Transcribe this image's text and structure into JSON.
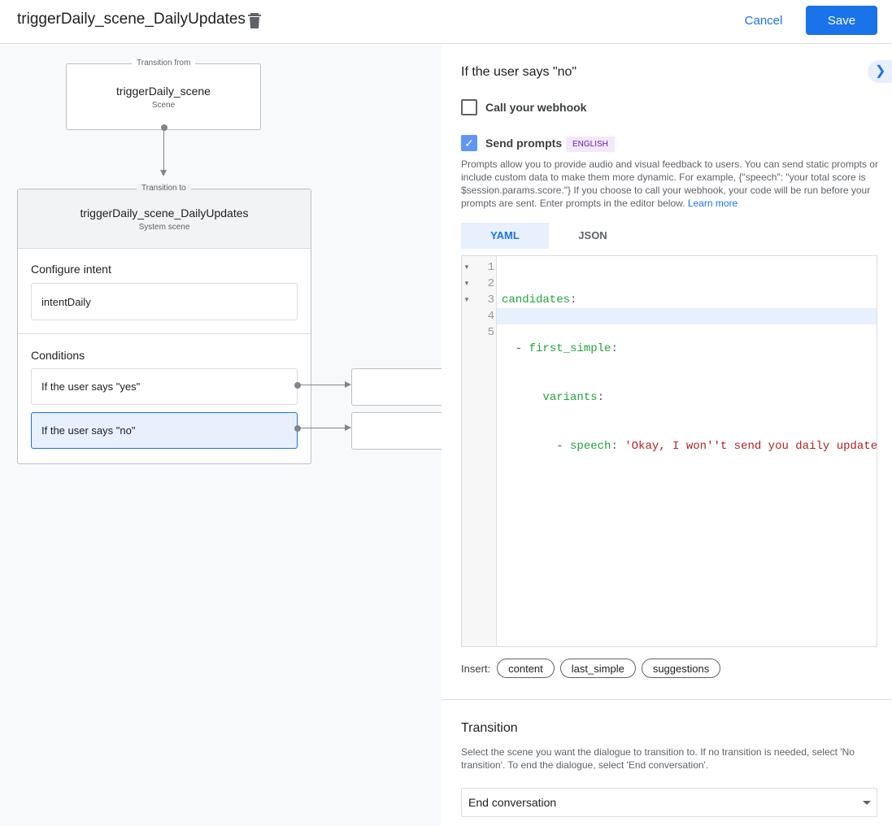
{
  "header": {
    "title": "triggerDaily_scene_DailyUpdates",
    "cancel": "Cancel",
    "save": "Save"
  },
  "canvas": {
    "from": {
      "label": "Transition from",
      "name": "triggerDaily_scene",
      "type": "Scene"
    },
    "to": {
      "label": "Transition to",
      "name": "triggerDaily_scene_DailyUpdates",
      "type": "System scene"
    },
    "intent_heading": "Configure intent",
    "intent": "intentDaily",
    "conditions_heading": "Conditions",
    "conditions": [
      {
        "label": "If the user says \"yes\""
      },
      {
        "label": "If the user says \"no\"",
        "selected": true
      }
    ]
  },
  "panel": {
    "heading": "If the user says \"no\"",
    "webhook": {
      "label": "Call your webhook",
      "checked": false
    },
    "prompts": {
      "label": "Send prompts",
      "checked": true,
      "badge": "ENGLISH"
    },
    "description": "Prompts allow you to provide audio and visual feedback to users. You can send static prompts or include custom data to make them more dynamic. For example, {\"speech\": \"your total score is $session.params.score.\"} If you choose to call your webhook, your code will be run before your prompts are sent. Enter prompts in the editor below.",
    "learn_more": "Learn more",
    "tabs": [
      {
        "label": "YAML",
        "active": true
      },
      {
        "label": "JSON",
        "active": false
      }
    ],
    "code": {
      "line_numbers": [
        "1",
        "2",
        "3",
        "4",
        "5"
      ],
      "l1": {
        "key": "candidates",
        "p": ":"
      },
      "l2": {
        "dash": "  - ",
        "key": "first_simple",
        "p": ":"
      },
      "l3": {
        "ind": "      ",
        "key": "variants",
        "p": ":"
      },
      "l4": {
        "dash": "        - ",
        "key": "speech",
        "p": ": ",
        "val": "'Okay, I won''t send you daily update"
      }
    },
    "insert_label": "Insert:",
    "insert_chips": [
      "content",
      "last_simple",
      "suggestions"
    ],
    "transition": {
      "heading": "Transition",
      "description": "Select the scene you want the dialogue to transition to. If no transition is needed, select 'No transition'. To end the dialogue, select 'End conversation'.",
      "selected": "End conversation"
    }
  },
  "colors": {
    "accent": "#1a73e8",
    "selected_bg": "#e8f0fe",
    "badge_bg": "#f3e8fd",
    "badge_text": "#681da8"
  }
}
